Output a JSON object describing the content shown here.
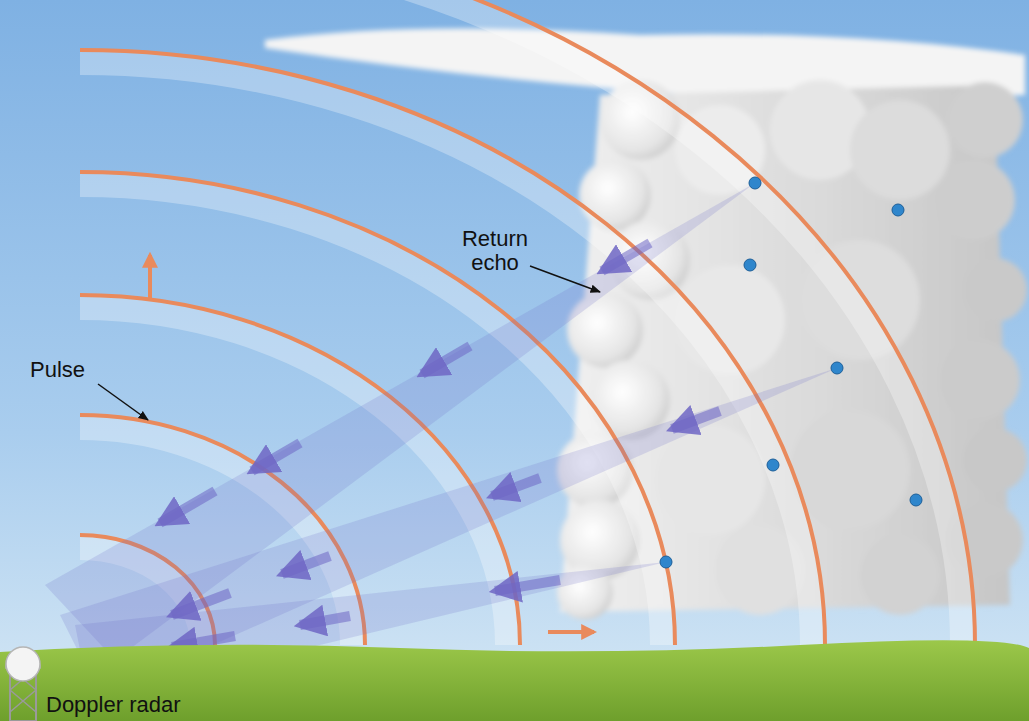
{
  "diagram": {
    "labels": [
      "Return echo",
      "Pulse",
      "Doppler radar"
    ]
  }
}
